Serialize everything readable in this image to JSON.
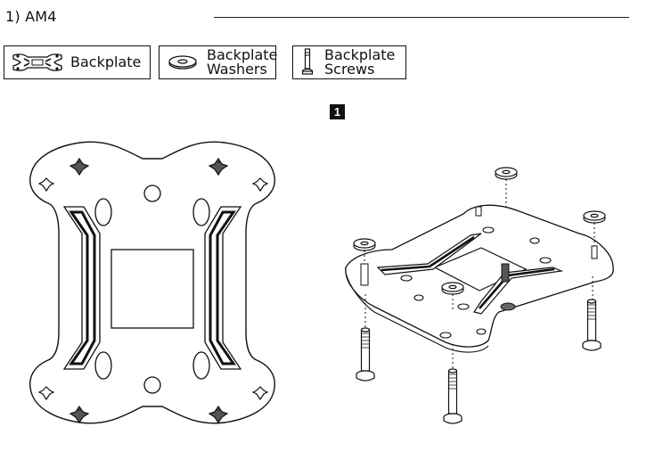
{
  "section": {
    "heading": "1) AM4"
  },
  "parts": [
    {
      "name": "Backplate",
      "lines": [
        "Backplate"
      ],
      "icon": "backplate-icon"
    },
    {
      "name": "Backplate Washers",
      "lines": [
        "Backplate",
        "Washers"
      ],
      "icon": "washer-icon"
    },
    {
      "name": "Backplate Screws",
      "lines": [
        "Backplate",
        "Screws"
      ],
      "icon": "screw-icon"
    }
  ],
  "step": {
    "number": "1"
  },
  "colors": {
    "line": "#111111",
    "fill": "#ffffff",
    "shade": "#cfcfcf"
  }
}
